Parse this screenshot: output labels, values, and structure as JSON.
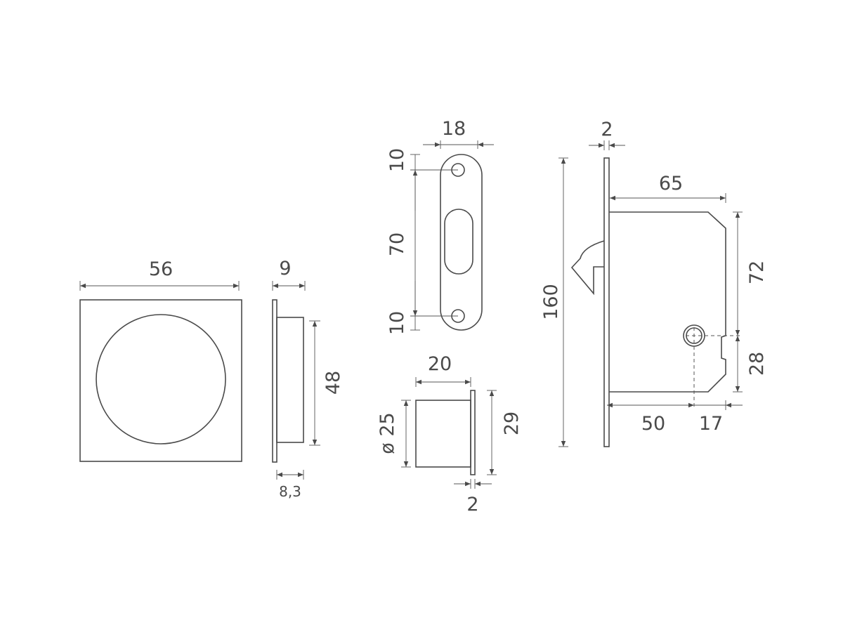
{
  "drawing": {
    "handle_front": {
      "width": "56"
    },
    "handle_side": {
      "depth": "9",
      "height": "48",
      "recess": "8,3"
    },
    "strike_plate": {
      "width": "18",
      "top_offset": "10",
      "hole_spacing": "70",
      "bottom_offset": "10"
    },
    "cylinder": {
      "length": "20",
      "diameter": "ø 25",
      "flange_height": "29",
      "flange_thickness": "2"
    },
    "lock_body": {
      "faceplate_thickness": "2",
      "faceplate_height": "160",
      "body_depth": "65",
      "upper_height": "72",
      "lower_height": "28",
      "backset": "50",
      "rear_offset": "17"
    }
  },
  "colors": {
    "line": "#4a4a4a",
    "background": "#ffffff"
  }
}
